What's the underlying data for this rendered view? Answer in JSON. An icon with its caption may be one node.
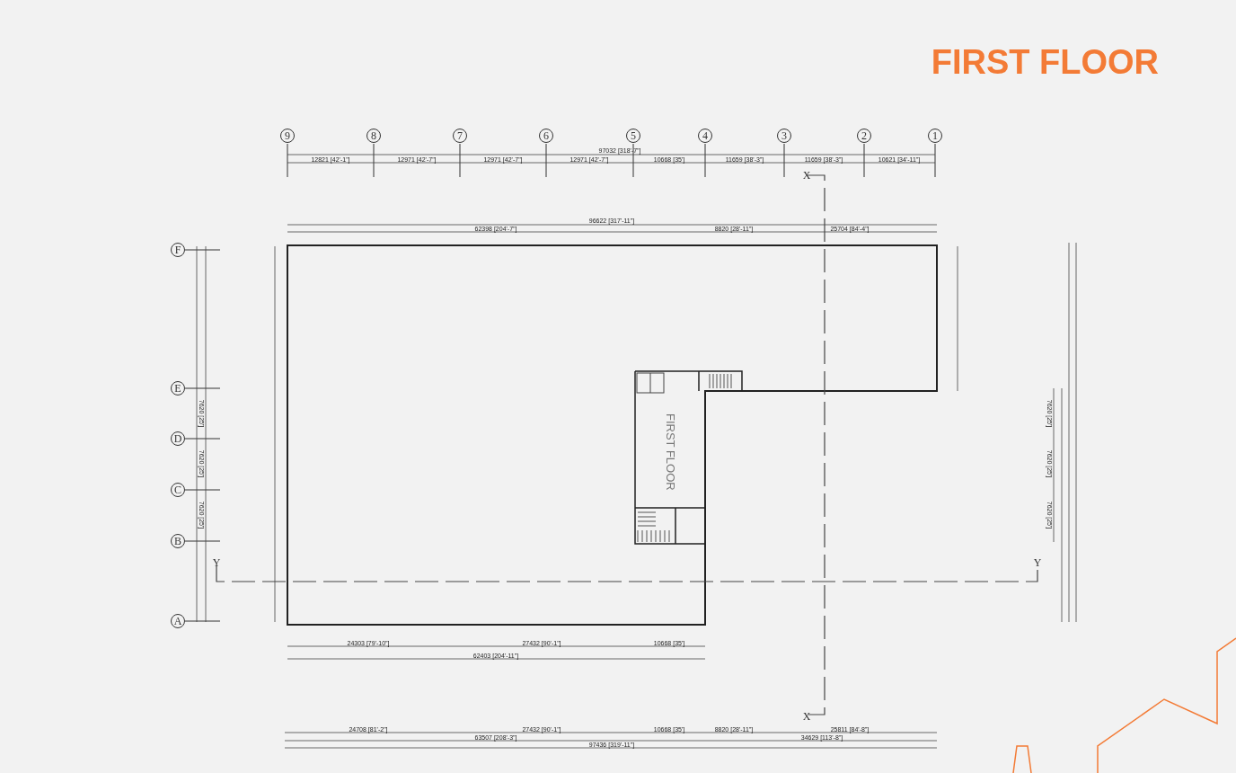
{
  "diagram": {
    "title": "FIRST FLOOR",
    "nodes": [
      {
        "text": [
          "FIRST FLOOR"
        ]
      },
      {
        "text": [
          "9"
        ]
      },
      {
        "text": [
          "8"
        ]
      },
      {
        "text": [
          "7"
        ]
      },
      {
        "text": [
          "6"
        ]
      },
      {
        "text": [
          "5"
        ]
      },
      {
        "text": [
          "4"
        ]
      },
      {
        "text": [
          "3"
        ]
      },
      {
        "text": [
          "2"
        ]
      },
      {
        "text": [
          "1"
        ]
      },
      {
        "text": [
          "F"
        ]
      },
      {
        "text": [
          "E"
        ]
      },
      {
        "text": [
          "D"
        ]
      },
      {
        "text": [
          "C"
        ]
      },
      {
        "text": [
          "B"
        ]
      },
      {
        "text": [
          "A"
        ]
      }
    ],
    "edges": [],
    "labels": [
      "97032 [318'-7\"]",
      "12821 [42'-1\"]",
      "12971 [42'-7\"]",
      "12971 [42'-7\"]",
      "12971 [42'-7\"]",
      "10668 [35']",
      "11659 [38'-3\"]",
      "11659 [38'-3\"]",
      "10621 [34'-11\"]",
      "X",
      "96622 [317'-11\"]",
      "62398 [204'-7\"]",
      "8820 [28'-11\"]",
      "25704 [84'-4\"]",
      "7620 [25']",
      "7620 [25']",
      "7620 [25']",
      "7620 [25']",
      "7620 [25']",
      "7620 [25']",
      "Y",
      "Y",
      "24303 [79'-10\"]",
      "27432 [90'-1\"]",
      "10668 [35']",
      "62403 [204'-11\"]",
      "X",
      "24708 [81'-2\"]",
      "27432 [90'-1\"]",
      "10668 [35']",
      "8820 [28'-11\"]",
      "25811 [84'-8\"]",
      "63507 [208'-3\"]",
      "34629 [113'-8\"]",
      "97436 [319'-11\"]"
    ]
  }
}
